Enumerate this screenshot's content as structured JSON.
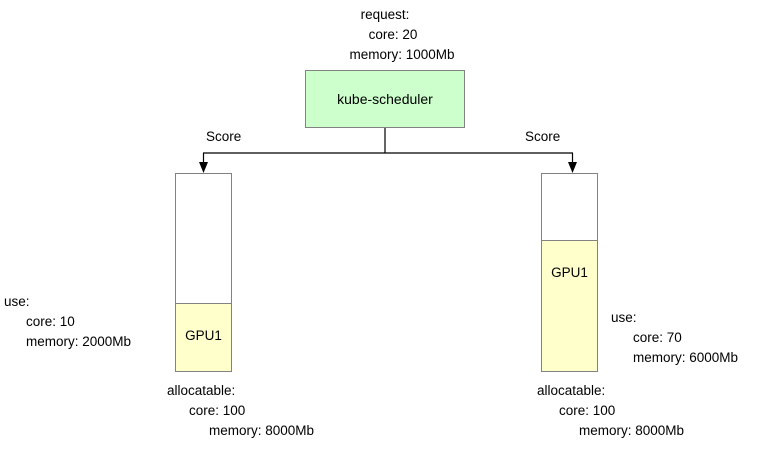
{
  "diagram": {
    "request": {
      "title": "request:",
      "core": "core: 20",
      "memory": "memory: 1000Mb"
    },
    "scheduler": {
      "label": "kube-scheduler",
      "fill_color": "#ccffcc",
      "border_color": "#828282"
    },
    "edges": {
      "left_label": "Score",
      "right_label": "Score"
    },
    "nodes": [
      {
        "id": "left",
        "label": "GPU1",
        "fill_color": "#ffffcc",
        "border_color": "#828282",
        "used_fraction": 0.34,
        "use": {
          "title": "use:",
          "core": "core: 10",
          "memory": "memory: 2000Mb"
        },
        "allocatable": {
          "title": "allocatable:",
          "core": "core: 100",
          "memory": "memory: 8000Mb"
        }
      },
      {
        "id": "right",
        "label": "GPU1",
        "fill_color": "#ffffcc",
        "border_color": "#828282",
        "used_fraction": 0.66,
        "use": {
          "title": "use:",
          "core": "core: 70",
          "memory": "memory: 6000Mb"
        },
        "allocatable": {
          "title": "allocatable:",
          "core": "core: 100",
          "memory": "memory: 8000Mb"
        }
      }
    ]
  }
}
